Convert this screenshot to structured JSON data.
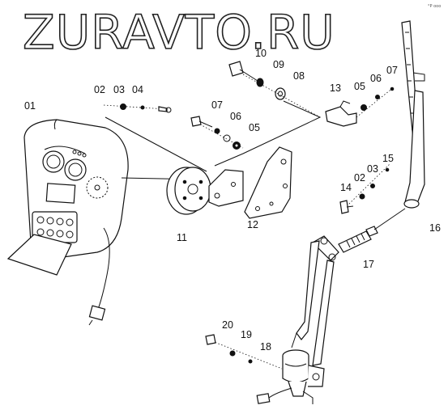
{
  "watermark": "ZURAVTO.RU",
  "corner_mark": "°P  ooo",
  "labels": {
    "p01": "01",
    "p02": "02",
    "p03": "03",
    "p04": "04",
    "p05": "05",
    "p06": "06",
    "p07": "07",
    "p08": "08",
    "p09": "09",
    "p10": "10",
    "p11": "11",
    "p12": "12",
    "p13": "13",
    "p14": "14",
    "p15": "15",
    "p16": "16",
    "p17": "17",
    "p18": "18",
    "p19": "19",
    "p20": "20"
  },
  "right_group_labels": {
    "p05": "05",
    "p06": "06",
    "p07": "07",
    "p02": "02",
    "p03": "03"
  },
  "colors": {
    "line": "#111111",
    "background": "#ffffff"
  }
}
